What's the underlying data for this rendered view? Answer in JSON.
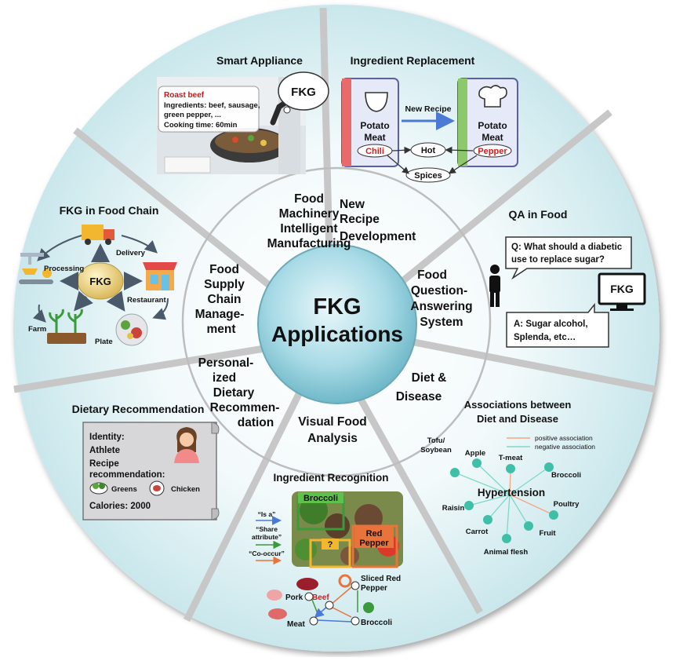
{
  "center": {
    "line1": "FKG",
    "line2": "Applications"
  },
  "inner_labels": {
    "machinery": [
      "Food",
      "Machinery",
      "Intelligent",
      "Manufacturing"
    ],
    "recipe": [
      "New",
      "Recipe",
      "Development"
    ],
    "qa": [
      "Food",
      "Question-",
      "Answering",
      "System"
    ],
    "diet": [
      "Diet &",
      "Disease"
    ],
    "visual": [
      "Visual Food",
      "Analysis"
    ],
    "personal": [
      "Personal-",
      "ized",
      "Dietary",
      "Recommen-",
      "dation"
    ],
    "supply": [
      "Food",
      "Supply",
      "Chain",
      "Manage-",
      "ment"
    ]
  },
  "smart_appliance": {
    "title": "Smart Appliance",
    "card_title": "Roast beef",
    "card_lines": [
      "Ingredients: beef, sausage,",
      "green pepper, ...",
      "Cooking time: 60min"
    ],
    "bubble": "FKG"
  },
  "ingredient_replacement": {
    "title": "Ingredient Replacement",
    "left_book": [
      "Potato",
      "Meat"
    ],
    "left_tag": "Chili",
    "right_book": [
      "Potato",
      "Meat"
    ],
    "right_tag": "Pepper",
    "arrow_label": "New Recipe",
    "node_hot": "Hot",
    "node_spices": "Spices"
  },
  "qa_food": {
    "title": "QA in  Food",
    "question": [
      "Q: What should a diabetic",
      "use to replace sugar?"
    ],
    "monitor": "FKG",
    "answer": [
      "A: Sugar alcohol,",
      "Splenda, etc…"
    ]
  },
  "food_chain": {
    "title": "FKG in Food Chain",
    "center": "FKG",
    "labels": {
      "delivery": "Delivery",
      "processing": "Processing",
      "restaurant": "Restaurant",
      "farm": "Farm",
      "plate": "Plate"
    }
  },
  "dietary_recommendation": {
    "title": "Dietary Recommendation",
    "lines": [
      "Identity:",
      "Athlete",
      "Recipe",
      "recommendation:"
    ],
    "greens": "Greens",
    "chicken": "Chicken",
    "calories": "Calories: 2000"
  },
  "ingredient_recognition": {
    "title": "Ingredient Recognition",
    "legend": [
      "“Is a”",
      "“Share",
      "attribute”",
      "“Co-occur”"
    ],
    "box_broccoli": "Broccoli",
    "box_question": "?",
    "box_pepper": [
      "Red",
      "Pepper"
    ],
    "graph": {
      "pork": "Pork",
      "beef": "Beef",
      "sliced": [
        "Sliced Red",
        "Pepper"
      ],
      "meat": "Meat",
      "broccoli": "Broccoli"
    }
  },
  "diet_disease": {
    "title": [
      "Associations between",
      "Diet and Disease"
    ],
    "legend_pos": "positive association",
    "legend_neg": "negative association",
    "center": "Hypertension",
    "foods": {
      "tofu": [
        "Tofu/",
        "Soybean"
      ],
      "apple": "Apple",
      "tmeat": "T-meat",
      "broccoli": "Broccoli",
      "poultry": "Poultry",
      "raisin": "Raisin",
      "carrot": "Carrot",
      "fruit": "Fruit",
      "flesh": "Animal flesh"
    }
  },
  "colors": {
    "pos": "#f4a582",
    "neg": "#7fd8c8",
    "node": "#3fbfa8",
    "red": "#d7191c",
    "blue": "#4a79d6"
  }
}
